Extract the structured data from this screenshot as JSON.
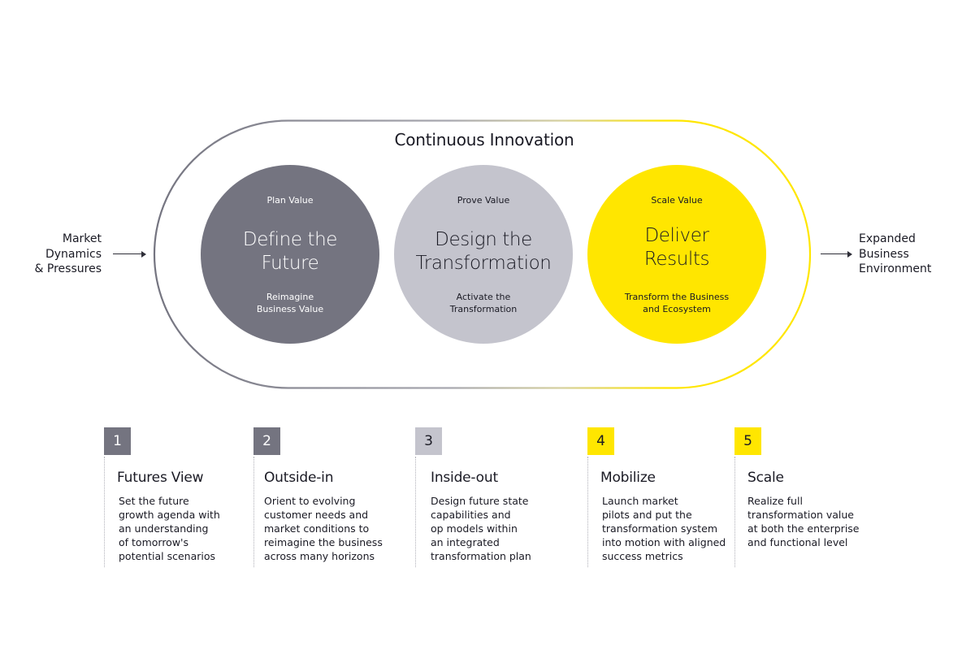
{
  "diagram": {
    "frame_title": "Continuous Innovation",
    "colors": {
      "dark_grey": "#747480",
      "light_grey": "#c4c4cd",
      "yellow": "#ffe600",
      "text": "#1a1a24"
    },
    "input": {
      "line1": "Market",
      "line2": "Dynamics",
      "line3": "& Pressures"
    },
    "output": {
      "line1": "Expanded",
      "line2": "Business",
      "line3": "Environment"
    },
    "phases": [
      {
        "top": "Plan Value",
        "title_line1": "Define the",
        "title_line2": "Future",
        "bottom_line1": "Reimagine",
        "bottom_line2": "Business Value",
        "color": "#747480"
      },
      {
        "top": "Prove Value",
        "title_line1": "Design the",
        "title_line2": "Transformation",
        "bottom_line1": "Activate the",
        "bottom_line2": "Transformation",
        "color": "#c4c4cd"
      },
      {
        "top": "Scale Value",
        "title_line1": "Deliver",
        "title_line2": "Results",
        "bottom_line1": "Transform the Business",
        "bottom_line2": "and Ecosystem",
        "color": "#ffe600"
      }
    ],
    "steps": [
      {
        "number": "1",
        "heading": "Futures View",
        "lines": [
          "Set the future",
          "growth agenda with",
          "an understanding",
          "of tomorrow's",
          "potential scenarios"
        ]
      },
      {
        "number": "2",
        "heading": "Outside-in",
        "lines": [
          "Orient to evolving",
          "customer needs and",
          "market conditions to",
          "reimagine the business",
          "across many horizons"
        ]
      },
      {
        "number": "3",
        "heading": "Inside-out",
        "lines": [
          "Design future state",
          "capabilities and",
          "op models within",
          "an integrated",
          "transformation plan"
        ]
      },
      {
        "number": "4",
        "heading": "Mobilize",
        "lines": [
          "Launch market",
          "pilots and put the",
          "transformation system",
          "into motion with aligned",
          "success metrics"
        ]
      },
      {
        "number": "5",
        "heading": "Scale",
        "lines": [
          "Realize full",
          "transformation value",
          "at both the enterprise",
          "and functional level"
        ]
      }
    ]
  }
}
